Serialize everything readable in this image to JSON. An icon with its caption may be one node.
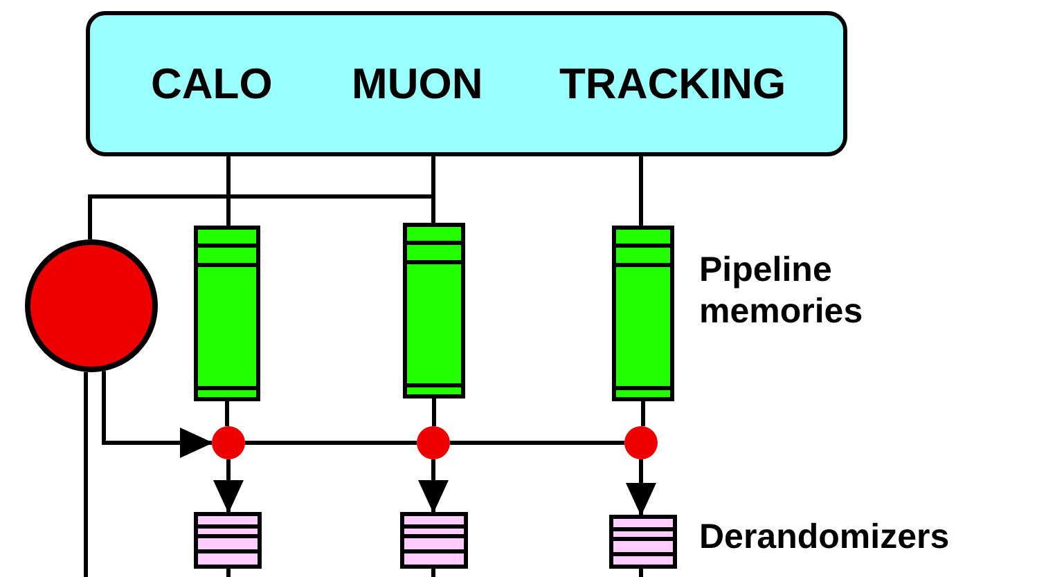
{
  "diagram": {
    "nodes": [
      {
        "text": [
          "CALO",
          "MUON",
          "TRACKING"
        ]
      },
      {
        "text": [],
        "shape": "circle"
      },
      {
        "text": [],
        "shape": "bar"
      },
      {
        "text": [],
        "shape": "bar"
      },
      {
        "text": [],
        "shape": "bar"
      },
      {
        "text": [],
        "shape": "circle"
      },
      {
        "text": [],
        "shape": "circle"
      },
      {
        "text": [],
        "shape": "circle"
      },
      {
        "text": [],
        "shape": "box"
      },
      {
        "text": [],
        "shape": "box"
      },
      {
        "text": [],
        "shape": "box"
      }
    ],
    "edges": [
      {
        "from": 0,
        "to": 2,
        "arrow": "none"
      },
      {
        "from": 0,
        "to": 3,
        "arrow": "none"
      },
      {
        "from": 0,
        "to": 4,
        "arrow": "none"
      },
      {
        "from": 0,
        "to": 1,
        "arrow": "none"
      },
      {
        "from": 2,
        "to": 5,
        "arrow": "none"
      },
      {
        "from": 3,
        "to": 6,
        "arrow": "none"
      },
      {
        "from": 4,
        "to": 7,
        "arrow": "none"
      },
      {
        "from": 1,
        "to": 5,
        "arrow": "to"
      },
      {
        "from": 5,
        "to": 6,
        "arrow": "none"
      },
      {
        "from": 6,
        "to": 7,
        "arrow": "none"
      },
      {
        "from": 5,
        "to": 8,
        "arrow": "to"
      },
      {
        "from": 6,
        "to": 9,
        "arrow": "to"
      },
      {
        "from": 7,
        "to": 10,
        "arrow": "to"
      },
      {
        "from": 1,
        "to": null,
        "arrow": "none"
      },
      {
        "from": 8,
        "to": null,
        "arrow": "none"
      },
      {
        "from": 9,
        "to": null,
        "arrow": "none"
      },
      {
        "from": 10,
        "to": null,
        "arrow": "none"
      }
    ],
    "labels": [
      "Pipeline memories",
      "Derandomizers"
    ]
  }
}
